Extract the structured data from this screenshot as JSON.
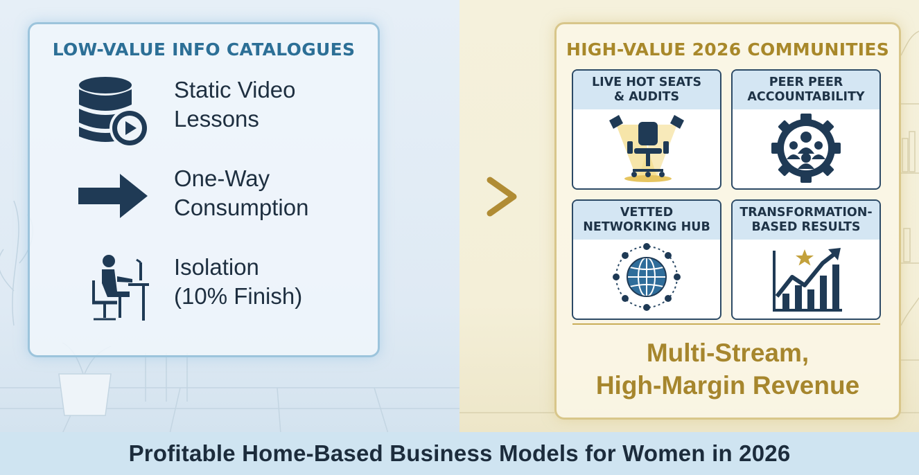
{
  "left": {
    "title": "LOW-VALUE INFO CATALOGUES",
    "items": [
      {
        "label": "Static Video\nLessons",
        "icon": "video-database-icon"
      },
      {
        "label": "One-Way\nConsumption",
        "icon": "arrow-right-icon"
      },
      {
        "label": "Isolation\n(10% Finish)",
        "icon": "person-at-desk-icon"
      }
    ]
  },
  "right": {
    "title": "HIGH-VALUE 2026 COMMUNITIES",
    "cards": [
      {
        "title": "LIVE HOT SEATS\n& AUDITS",
        "icon": "spotlight-chair-icon"
      },
      {
        "title": "PEER PEER\nACCOUNTABILITY",
        "icon": "gear-group-icon"
      },
      {
        "title": "VETTED\nNETWORKING HUB",
        "icon": "globe-network-icon"
      },
      {
        "title": "TRANSFORMATION-\nBASED RESULTS",
        "icon": "growth-chart-star-icon"
      }
    ],
    "revenue": "Multi-Stream,\nHigh-Margin Revenue"
  },
  "footer": {
    "title": "Profitable Home-Based Business Models for Women in 2026"
  },
  "colors": {
    "left_accent": "#2c6f96",
    "gold_accent": "#a8882a",
    "navy": "#1e3347"
  }
}
